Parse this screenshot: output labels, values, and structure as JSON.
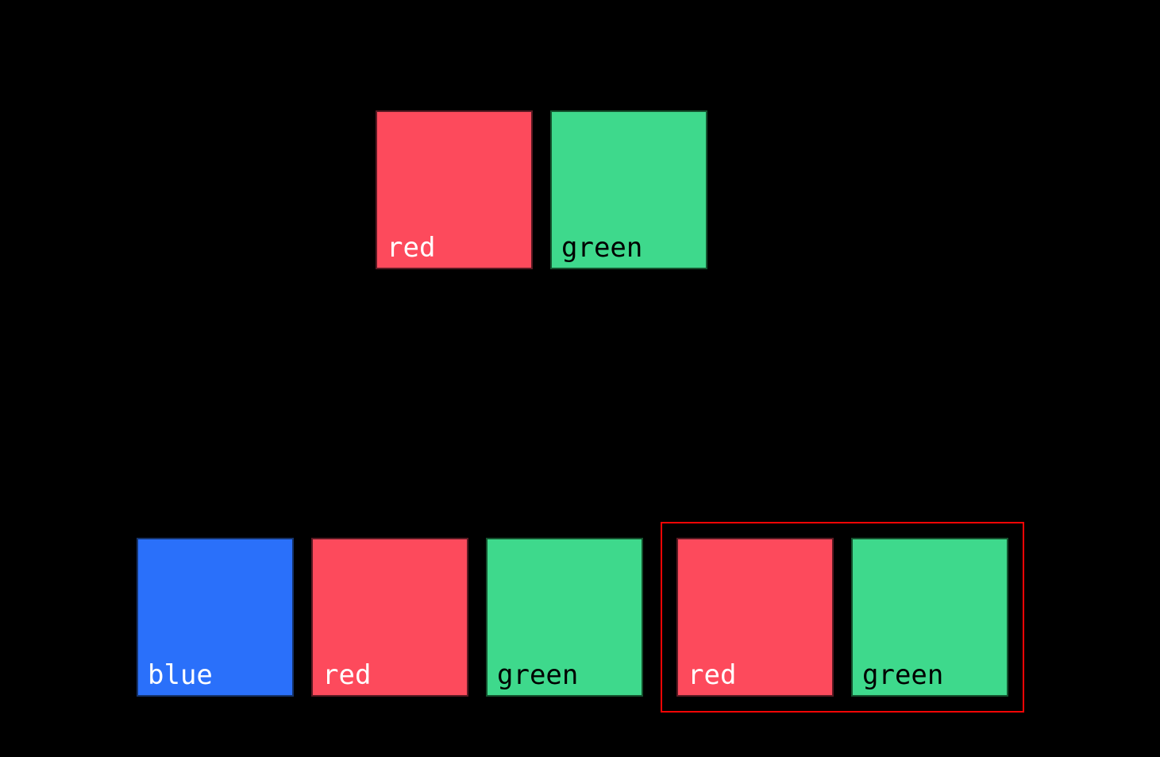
{
  "canvas": {
    "background": "#000000"
  },
  "colors": {
    "canvas_bg": "#000000",
    "red_fill": "#fd4a5c",
    "red_border": "#5a1a23",
    "green_fill": "#3ed98c",
    "green_border": "#14522e",
    "blue_fill": "#2a70fa",
    "blue_border": "#15336b",
    "group_outline": "#fa0505",
    "label_light": "#ffffff",
    "label_dark": "#000000"
  },
  "top_row": {
    "items": [
      {
        "label": "red",
        "color": "red"
      },
      {
        "label": "green",
        "color": "green"
      }
    ]
  },
  "bottom_row": {
    "items": [
      {
        "label": "blue",
        "color": "blue"
      },
      {
        "label": "red",
        "color": "red"
      },
      {
        "label": "green",
        "color": "green"
      }
    ],
    "group": {
      "items": [
        {
          "label": "red",
          "color": "red"
        },
        {
          "label": "green",
          "color": "green"
        }
      ]
    }
  }
}
